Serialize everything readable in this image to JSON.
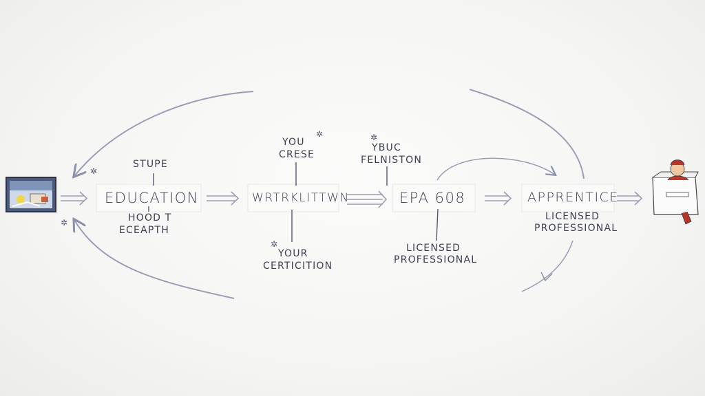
{
  "stages": [
    {
      "label": "EDUCATION"
    },
    {
      "label": "WRTRKLITTWN"
    },
    {
      "label": "EPA 608"
    },
    {
      "label": "APPRENTICE"
    }
  ],
  "notes": {
    "stupe": "STUPE",
    "hood_t": "HOOD T",
    "eceapth": "ECEAPTH",
    "you_crese_1": "YOU",
    "you_crese_2": "CRESE",
    "your_certification_1": "YOUR",
    "your_certification_2": "CERTICITION",
    "ybuc_1": "YBUC",
    "ybuc_2": "FELNISTON",
    "licensed_1": "LICENSED",
    "licensed_2": "PROFESSIONAL",
    "licensed_3": "LICENSED",
    "licensed_4": "PROFESSIONAL"
  },
  "colors": {
    "ink": "#3d4052",
    "arrow": "#9a9db4",
    "curve": "#8c8fa8"
  },
  "icons": {
    "start": "framed-picture-icon",
    "end": "person-in-box-icon"
  }
}
